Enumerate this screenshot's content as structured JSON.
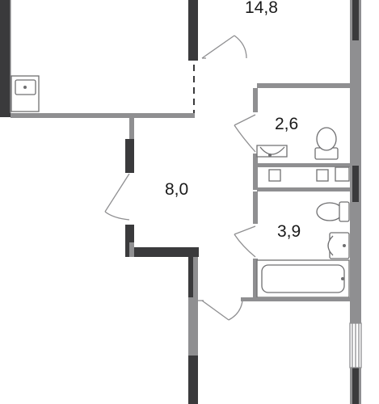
{
  "rooms": [
    {
      "id": "living",
      "area": "14,8"
    },
    {
      "id": "hall",
      "area": "8,0"
    },
    {
      "id": "toilet",
      "area": "2,6"
    },
    {
      "id": "bathroom",
      "area": "3,9"
    }
  ],
  "colors": {
    "wall_dark": "#3a3a3c",
    "wall_grey": "#8f8f91",
    "background": "#ffffff"
  }
}
